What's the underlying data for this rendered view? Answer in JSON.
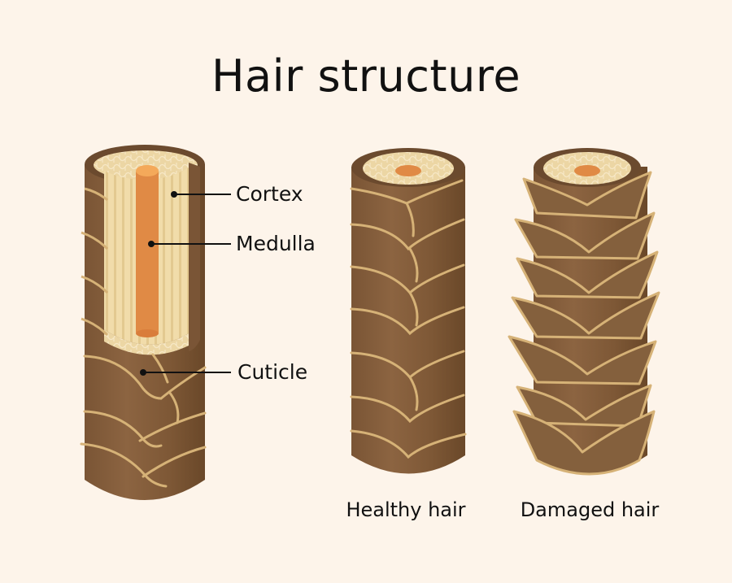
{
  "title": "Hair structure",
  "labels": {
    "cortex": "Cortex",
    "medulla": "Medulla",
    "cuticle": "Cuticle"
  },
  "captions": {
    "healthy": "Healthy hair",
    "damaged": "Damaged hair"
  },
  "colors": {
    "background": "#fdf4ea",
    "hair_brown": "#8a6340",
    "hair_dark": "#6b4a2e",
    "cuticle_edge": "#d6b277",
    "cortex": "#ecd6a4",
    "cortex_light": "#f5e4bb",
    "medulla": "#e08a45",
    "medulla_top": "#f4a95a"
  }
}
